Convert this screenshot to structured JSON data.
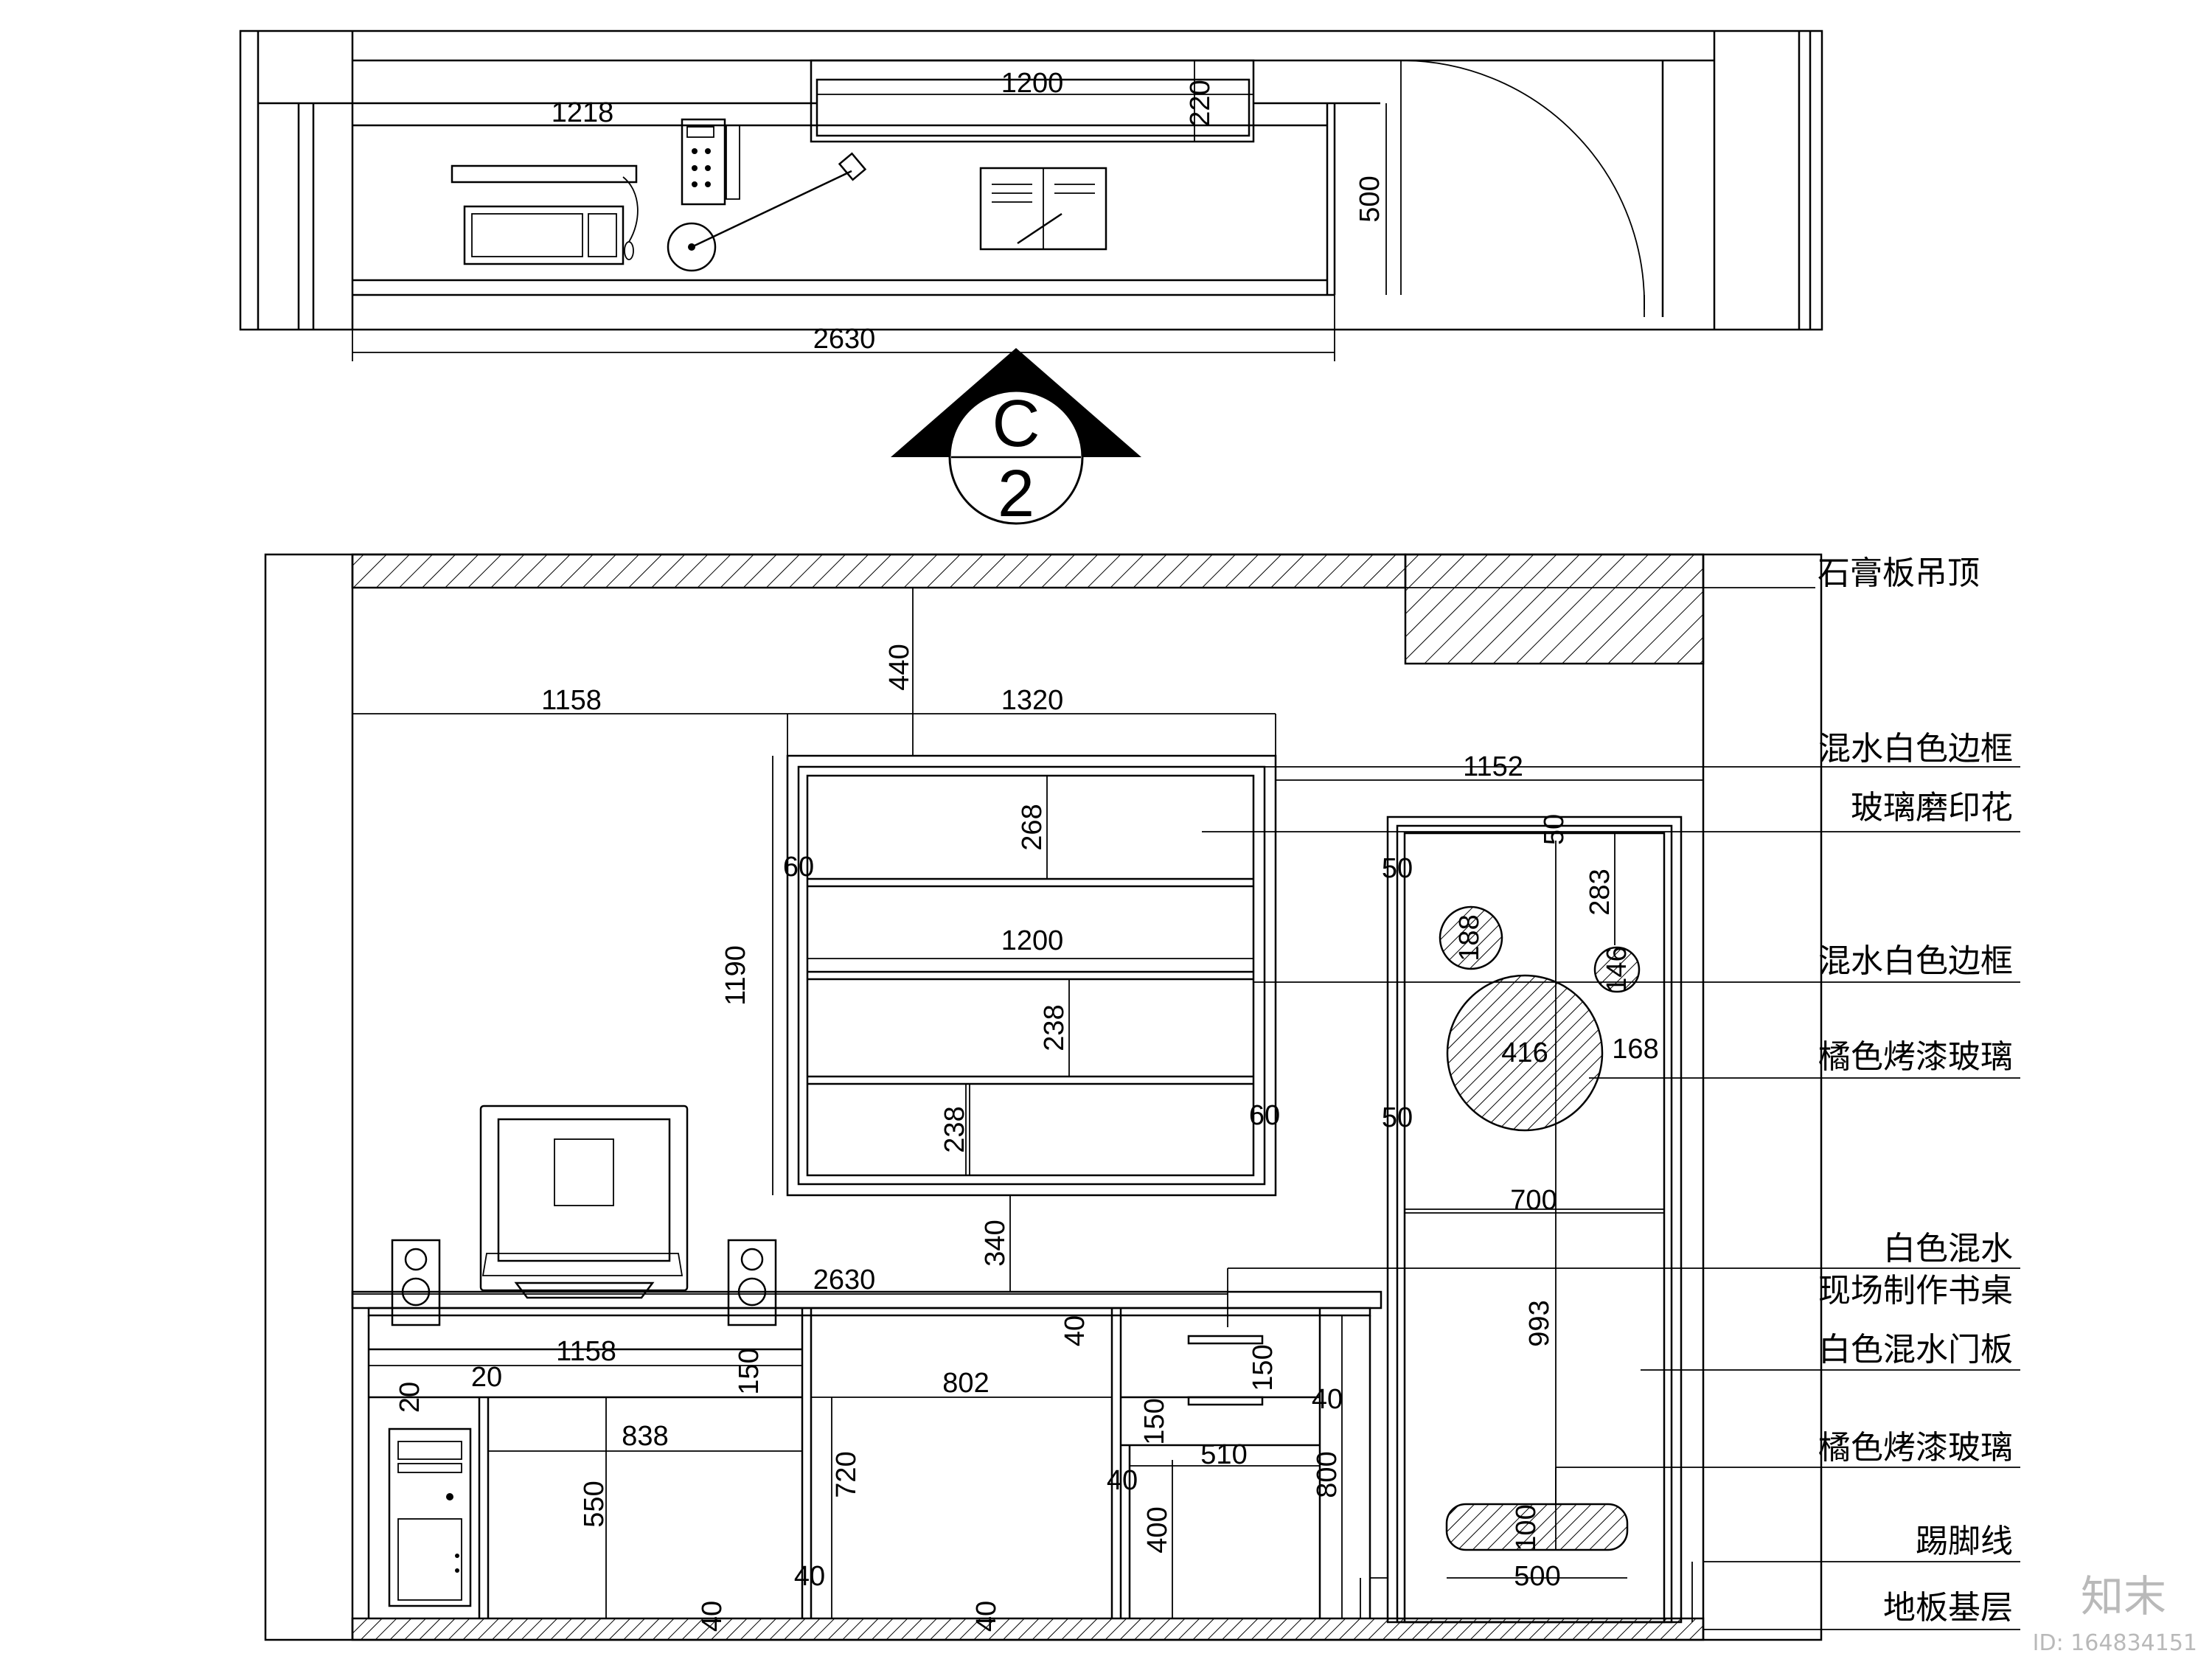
{
  "plan": {
    "dims": {
      "d1200": "1200",
      "d220": "220",
      "d1218": "1218",
      "d500": "500",
      "d2630": "2630"
    }
  },
  "section_marker": {
    "letter": "C",
    "number": "2"
  },
  "elevation": {
    "dims": {
      "d440": "440",
      "d1158a": "1158",
      "d1320": "1320",
      "d1152": "1152",
      "d268": "268",
      "d60a": "60",
      "d50a": "50",
      "d50b": "50",
      "d283": "283",
      "d1200": "1200",
      "d1190": "1190",
      "d188": "188",
      "d146": "146",
      "d416": "416",
      "d168": "168",
      "d238a": "238",
      "d238b": "238",
      "d60b": "60",
      "d50c": "50",
      "d700": "700",
      "d340": "340",
      "d2630": "2630",
      "d993": "993",
      "d40a": "40",
      "d1158b": "1158",
      "d150a": "150",
      "d150b": "150",
      "d20a": "20",
      "d20b": "20",
      "d802": "802",
      "d40b": "40",
      "d150c": "150",
      "d838": "838",
      "d720": "720",
      "d510": "510",
      "d550": "550",
      "d40c": "40",
      "d800": "800",
      "d400": "400",
      "d100": "100",
      "d40d": "40",
      "d500": "500",
      "d40e": "40",
      "d40f": "40"
    },
    "labels": {
      "ceiling": "石膏板吊顶",
      "frame1": "混水白色边框",
      "glass_print": "玻璃磨印花",
      "frame2": "混水白色边框",
      "orange_glass1": "橘色烤漆玻璃",
      "white_paint": "白色混水",
      "desk": "现场制作书桌",
      "door_panel": "白色混水门板",
      "orange_glass2": "橘色烤漆玻璃",
      "skirting": "踢脚线",
      "floor_base": "地板基层"
    }
  },
  "watermark": {
    "brand": "知末",
    "id": "ID: 1648341​51"
  }
}
